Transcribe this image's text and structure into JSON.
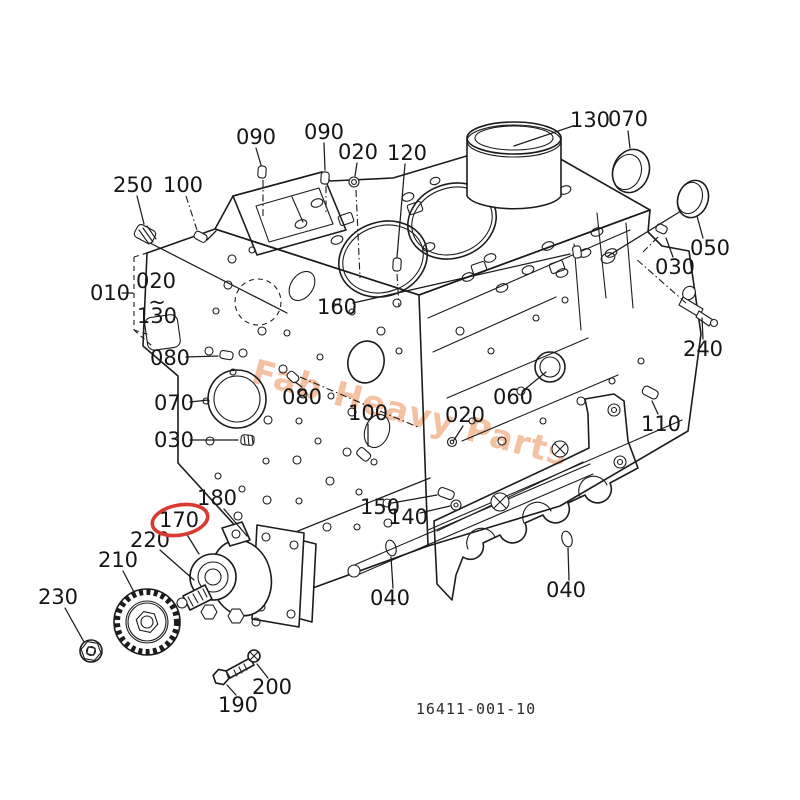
{
  "diagram": {
    "type": "engine-block-parts-diagram",
    "drawing_number": "16411-001-10",
    "watermark": "Fab Heavy Parts",
    "highlighted_part": "170",
    "highlight_color": "#d93a32",
    "line_color": "#1c1c1c",
    "watermark_color": "#f2b28c",
    "background_color": "#ffffff"
  },
  "callouts": [
    {
      "label": "090"
    },
    {
      "label": "090"
    },
    {
      "label": "020"
    },
    {
      "label": "120"
    },
    {
      "label": "130"
    },
    {
      "label": "070"
    },
    {
      "label": "250"
    },
    {
      "label": "100"
    },
    {
      "label": "010"
    },
    {
      "label": "020"
    },
    {
      "label": "~"
    },
    {
      "label": "130"
    },
    {
      "label": "160"
    },
    {
      "label": "080"
    },
    {
      "label": "070"
    },
    {
      "label": "030"
    },
    {
      "label": "080"
    },
    {
      "label": "100"
    },
    {
      "label": "020"
    },
    {
      "label": "060"
    },
    {
      "label": "030"
    },
    {
      "label": "050"
    },
    {
      "label": "240"
    },
    {
      "label": "110"
    },
    {
      "label": "150"
    },
    {
      "label": "140"
    },
    {
      "label": "180"
    },
    {
      "label": "170"
    },
    {
      "label": "220"
    },
    {
      "label": "210"
    },
    {
      "label": "230"
    },
    {
      "label": "040"
    },
    {
      "label": "040"
    },
    {
      "label": "190"
    },
    {
      "label": "200"
    }
  ]
}
